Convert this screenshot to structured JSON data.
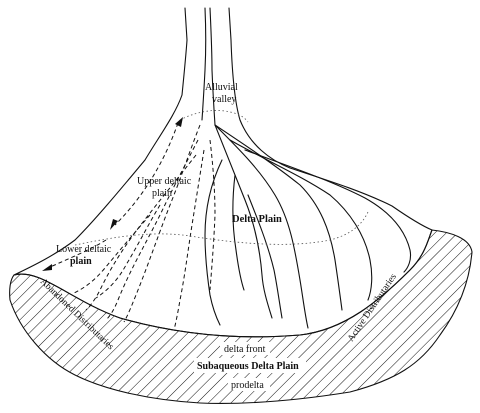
{
  "labels": {
    "alluvial_valley_line1": "Alluvial",
    "alluvial_valley_line2": "valley",
    "upper_deltaic_plain_line1": "Upper deltaic",
    "upper_deltaic_plain_line2": "plain",
    "lower_deltaic_plain_line1": "Lower deltaic",
    "lower_deltaic_plain_line2": "plain",
    "delta_plain": "Delta Plain",
    "abandoned_distributaries": "Abandoned Distributaries",
    "active_distributaries": "Active Distributaries",
    "delta_front": "delta front",
    "subaqueous_delta_plain": "Subaqueous Delta Plain",
    "prodelta": "prodelta"
  }
}
